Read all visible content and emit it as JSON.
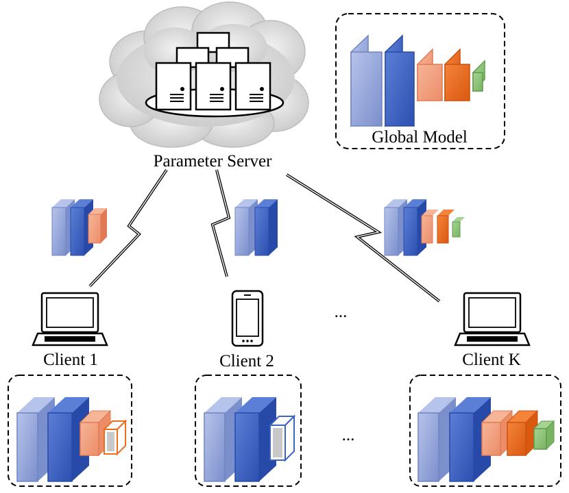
{
  "labels": {
    "server": "Parameter Server",
    "global_model": "Global Model",
    "client1": "Client 1",
    "client2": "Client 2",
    "clientK": "Client K",
    "ellipsis_mid": "...",
    "ellipsis_bottom": "..."
  },
  "colors": {
    "light_blue": "#8fa2d8",
    "dark_blue": "#3b63c6",
    "light_orange": "#f2a07f",
    "dark_orange": "#ef6d1f",
    "green": "#8cc47a",
    "gray_layer": "#c8c8c8",
    "cloud": "#dcdcdc"
  },
  "icons": [
    "cloud-icon",
    "server-rack-icon",
    "laptop-icon",
    "smartphone-icon",
    "lightning-link-icon"
  ]
}
